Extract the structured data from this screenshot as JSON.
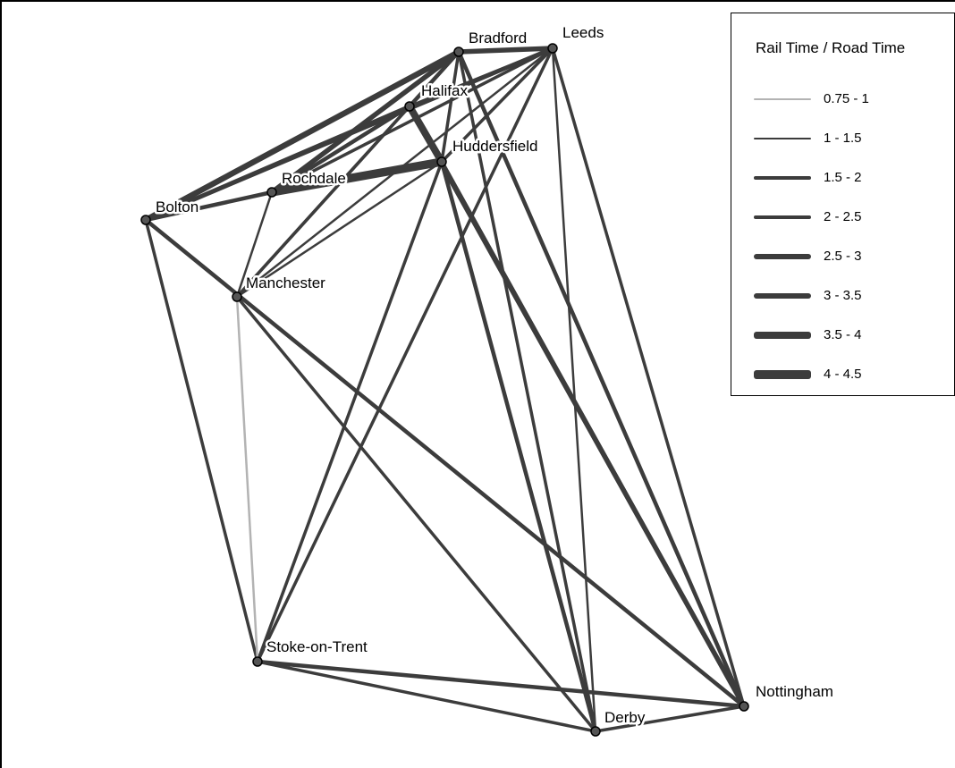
{
  "legend": {
    "title": "Rail Time / Road Time",
    "classes": [
      {
        "label": "0.75 - 1",
        "color": "#b3b3b3"
      },
      {
        "label": "1 - 1.5",
        "color": "#3c3c3c"
      },
      {
        "label": "1.5 - 2",
        "color": "#3c3c3c"
      },
      {
        "label": "2 - 2.5",
        "color": "#3c3c3c"
      },
      {
        "label": "2.5 - 3",
        "color": "#3c3c3c"
      },
      {
        "label": "3 - 3.5",
        "color": "#3c3c3c"
      },
      {
        "label": "3.5 - 4",
        "color": "#3c3c3c"
      },
      {
        "label": "4 - 4.5",
        "color": "#3c3c3c"
      }
    ]
  },
  "cities": [
    "Bradford",
    "Leeds",
    "Halifax",
    "Huddersfield",
    "Rochdale",
    "Bolton",
    "Manchester",
    "Stoke-on-Trent",
    "Derby",
    "Nottingham"
  ],
  "links": [
    {
      "from": "Bradford",
      "to": "Leeds",
      "cls": 4
    },
    {
      "from": "Bradford",
      "to": "Halifax",
      "cls": 3
    },
    {
      "from": "Bradford",
      "to": "Huddersfield",
      "cls": 2
    },
    {
      "from": "Bradford",
      "to": "Rochdale",
      "cls": 4
    },
    {
      "from": "Bradford",
      "to": "Bolton",
      "cls": 5
    },
    {
      "from": "Bradford",
      "to": "Manchester",
      "cls": 2
    },
    {
      "from": "Bradford",
      "to": "Derby",
      "cls": 2
    },
    {
      "from": "Bradford",
      "to": "Nottingham",
      "cls": 3
    },
    {
      "from": "Leeds",
      "to": "Halifax",
      "cls": 2
    },
    {
      "from": "Leeds",
      "to": "Huddersfield",
      "cls": 2
    },
    {
      "from": "Leeds",
      "to": "Rochdale",
      "cls": 2
    },
    {
      "from": "Leeds",
      "to": "Bolton",
      "cls": 3
    },
    {
      "from": "Leeds",
      "to": "Manchester",
      "cls": 1
    },
    {
      "from": "Leeds",
      "to": "Stoke-on-Trent",
      "cls": 2
    },
    {
      "from": "Leeds",
      "to": "Derby",
      "cls": 1
    },
    {
      "from": "Leeds",
      "to": "Nottingham",
      "cls": 2
    },
    {
      "from": "Halifax",
      "to": "Huddersfield",
      "cls": 6
    },
    {
      "from": "Halifax",
      "to": "Rochdale",
      "cls": 3
    },
    {
      "from": "Halifax",
      "to": "Bolton",
      "cls": 3
    },
    {
      "from": "Halifax",
      "to": "Manchester",
      "cls": 2
    },
    {
      "from": "Halifax",
      "to": "Nottingham",
      "cls": 4
    },
    {
      "from": "Huddersfield",
      "to": "Rochdale",
      "cls": 7
    },
    {
      "from": "Huddersfield",
      "to": "Manchester",
      "cls": 1
    },
    {
      "from": "Huddersfield",
      "to": "Stoke-on-Trent",
      "cls": 2
    },
    {
      "from": "Huddersfield",
      "to": "Derby",
      "cls": 3
    },
    {
      "from": "Huddersfield",
      "to": "Nottingham",
      "cls": 3
    },
    {
      "from": "Rochdale",
      "to": "Bolton",
      "cls": 3
    },
    {
      "from": "Rochdale",
      "to": "Manchester",
      "cls": 1
    },
    {
      "from": "Bolton",
      "to": "Stoke-on-Trent",
      "cls": 2
    },
    {
      "from": "Bolton",
      "to": "Nottingham",
      "cls": 3
    },
    {
      "from": "Manchester",
      "to": "Stoke-on-Trent",
      "cls": 0
    },
    {
      "from": "Manchester",
      "to": "Derby",
      "cls": 2
    },
    {
      "from": "Stoke-on-Trent",
      "to": "Derby",
      "cls": 2
    },
    {
      "from": "Stoke-on-Trent",
      "to": "Nottingham",
      "cls": 3
    },
    {
      "from": "Derby",
      "to": "Nottingham",
      "cls": 2
    }
  ]
}
